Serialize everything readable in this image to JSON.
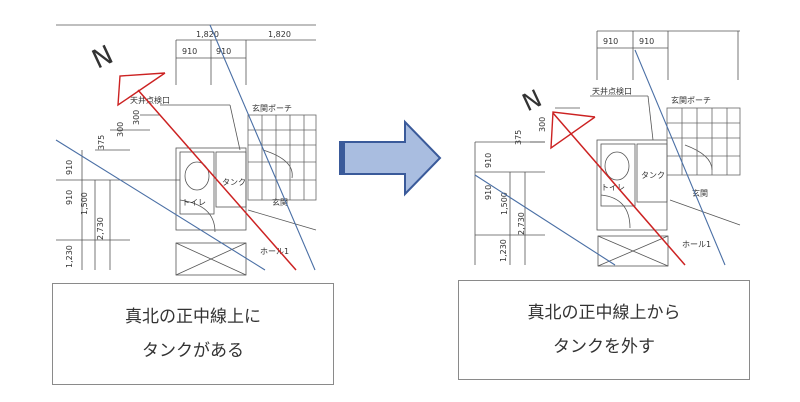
{
  "left_panel": {
    "dims_top": [
      "1,820",
      "1,820"
    ],
    "dims_sub": [
      "910",
      "910"
    ],
    "dims_side": [
      "300",
      "300",
      "375",
      "910",
      "910",
      "1,500",
      "2,730",
      "1,230"
    ],
    "labels": {
      "north": "N",
      "ceiling_hatch": "天井点検口",
      "porch": "玄関ポーチ",
      "toilet": "トイレ",
      "tank": "タンク",
      "entrance": "玄関",
      "hall": "ホール1"
    },
    "caption": [
      "真北の正中線上に",
      "タンクがある"
    ]
  },
  "right_panel": {
    "dims_sub": [
      "910",
      "910"
    ],
    "dims_side": [
      "300",
      "375",
      "910",
      "910",
      "1,500",
      "2,730",
      "1,230"
    ],
    "labels": {
      "north": "N",
      "ceiling_hatch": "天井点検口",
      "porch": "玄関ポーチ",
      "toilet": "トイレ",
      "tank": "タンク",
      "entrance": "玄関",
      "hall": "ホール1"
    },
    "caption": [
      "真北の正中線上から",
      "タンクを外す"
    ]
  },
  "colors": {
    "north_line": "#cc2222",
    "guide_line": "#4a6fa5",
    "arrow_fill": "#a9bde0",
    "arrow_stroke": "#3a5a9a"
  }
}
